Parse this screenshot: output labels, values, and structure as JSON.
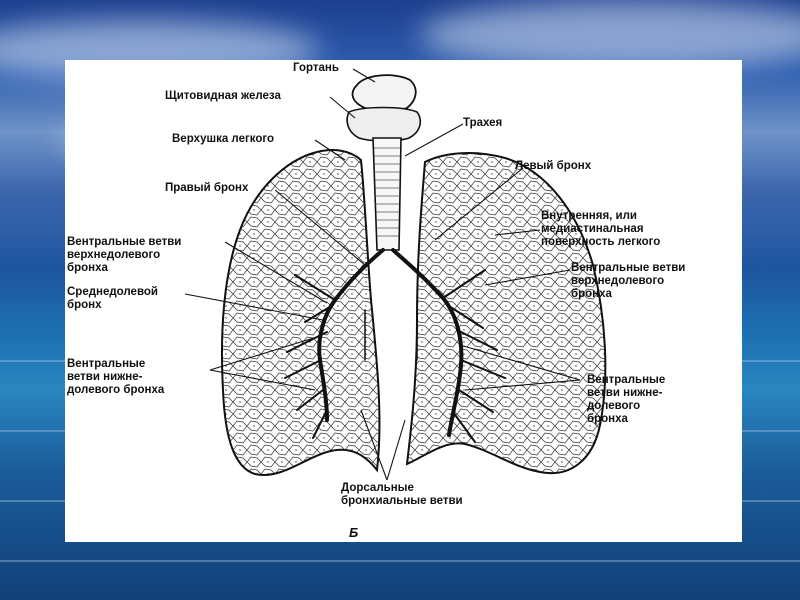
{
  "diagram": {
    "panel_letter": "Б",
    "labels": {
      "larynx": "Гортань",
      "thyroid": "Щитовидная железа",
      "trachea": "Трахея",
      "apex": "Верхушка легкого",
      "left_bronchus": "Левый бронх",
      "right_bronchus": "Правый бронх",
      "mediastinal_surface": "Внутренняя, или\nмедиастинальная\nповерхность легкого",
      "ventral_upper_right": "Вентральные ветви\nверхнедолевого\nбронха",
      "ventral_upper_left": "Вентральные ветви\nверхнедолевого\nбронха",
      "middle_lobe_bronchus": "Среднедолевой\nбронх",
      "ventral_lower_right": "Вентральные\nветви нижне-\nдолевого бронха",
      "ventral_lower_left": "Вентральные\nветви нижне-\nдолевого\nбронха",
      "dorsal_branches": "Дорсальные\nбронхиальные ветви"
    }
  }
}
